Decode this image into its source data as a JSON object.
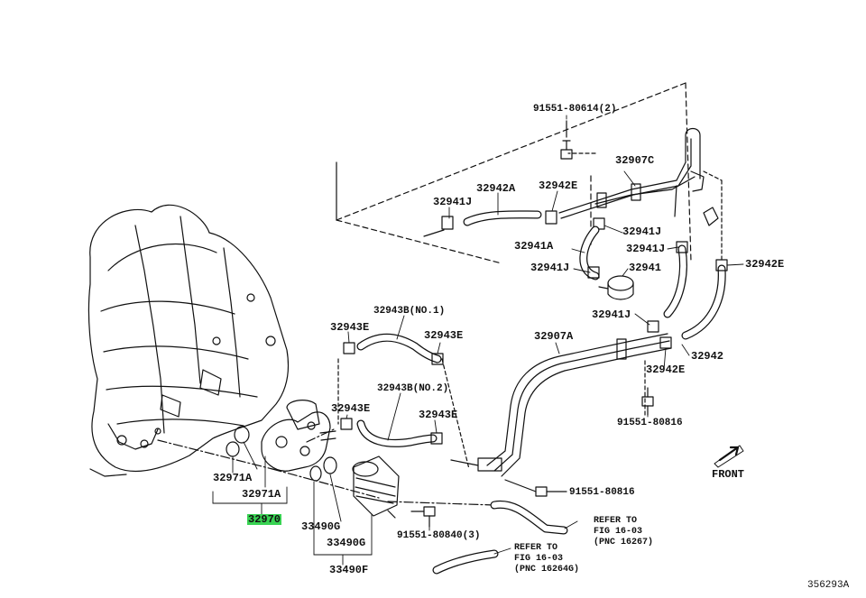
{
  "labels": {
    "p91551_80614": "91551-80614(2)",
    "p32907c": "32907C",
    "p32942a": "32942A",
    "p32942e_top": "32942E",
    "p32941j_left": "32941J",
    "p32941j_r1": "32941J",
    "p32941a": "32941A",
    "p32941j_r2": "32941J",
    "p32941j_r3": "32941J",
    "p32941": "32941",
    "p32942e_right": "32942E",
    "p32941j_r4": "32941J",
    "p32942": "32942",
    "p32942e_low": "32942E",
    "p32943b_no1": "32943B(NO.1)",
    "p32943e_1": "32943E",
    "p32943e_2": "32943E",
    "p32907a": "32907A",
    "p32943b_no2": "32943B(NO.2)",
    "p32943e_3": "32943E",
    "p32943e_4": "32943E",
    "p91551_80816_a": "91551-80816",
    "p91551_80816_b": "91551-80816",
    "p32971a_1": "32971A",
    "p32971a_2": "32971A",
    "p32970": "32970",
    "p33490g_1": "33490G",
    "p33490g_2": "33490G",
    "p33490f": "33490F",
    "p91551_80840": "91551-80840(3)",
    "refer1_l1": "REFER TO",
    "refer1_l2": "FIG 16-03",
    "refer1_l3": "(PNC 16267)",
    "refer2_l1": "REFER TO",
    "refer2_l2": "FIG 16-03",
    "refer2_l3": "(PNC 16264G)",
    "front": "FRONT",
    "diagram_id": "356293A"
  },
  "colors": {
    "line": "#111111",
    "highlight": "#39d353"
  },
  "icons": {
    "front_arrow": "front-arrow-icon"
  }
}
